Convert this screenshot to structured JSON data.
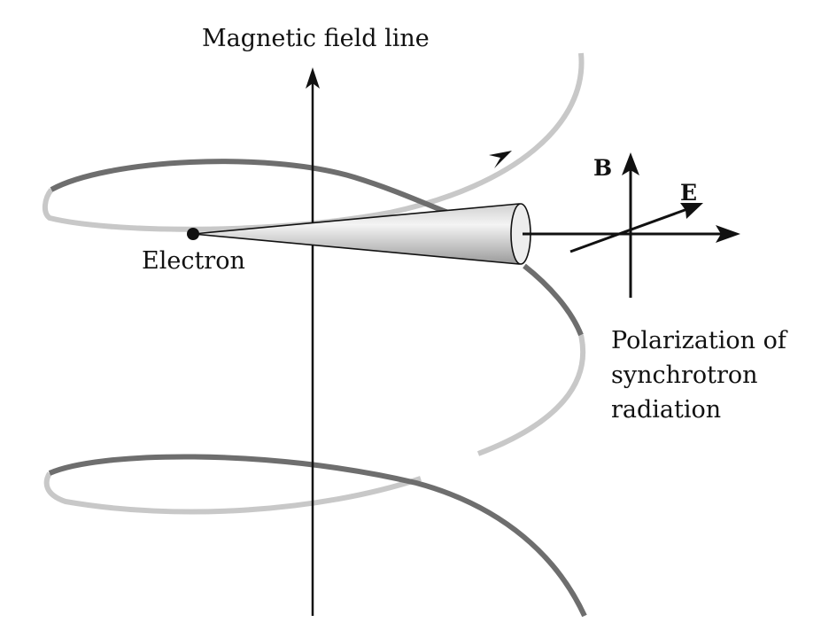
{
  "labels": {
    "field_line": "Magnetic field line",
    "electron": "Electron",
    "b_vector": "B",
    "e_vector": "E",
    "polarization": [
      "Polarization of",
      "synchrotron",
      "radiation"
    ]
  },
  "colors": {
    "ink": "#111111",
    "helix_front": "#6e6e6e",
    "helix_back": "#c8c8c8",
    "cone_light": "#f2f2f2",
    "cone_dark": "#9a9a9a"
  }
}
